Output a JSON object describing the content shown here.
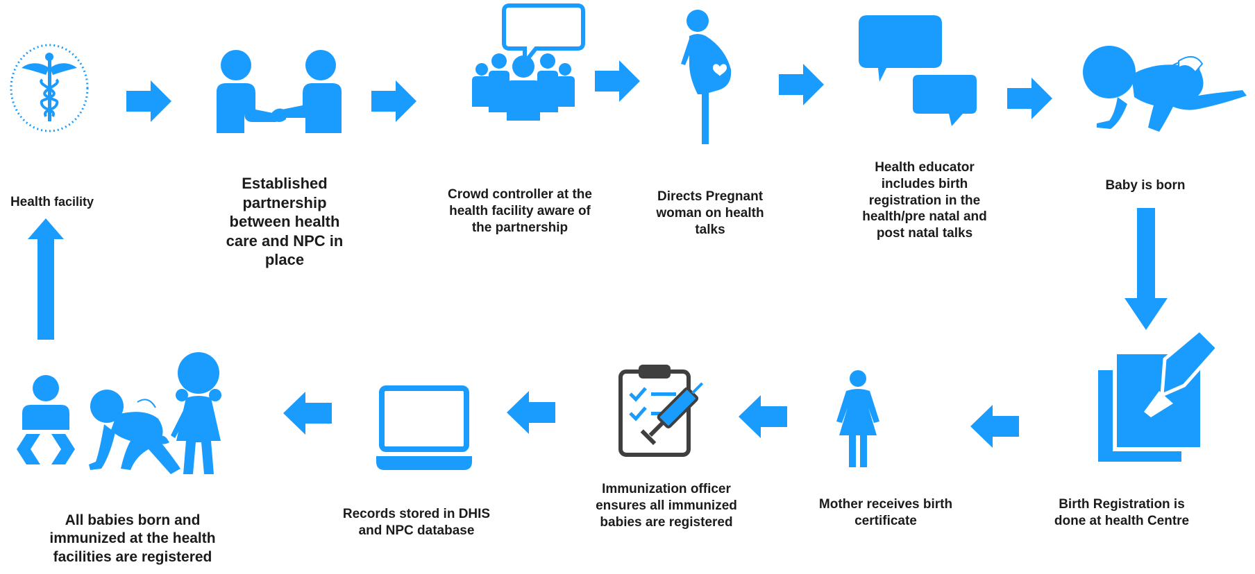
{
  "colors": {
    "accent": "#1a9cff",
    "dark": "#3f3f3f",
    "text": "#1b1b1b"
  },
  "steps": [
    {
      "id": "health-facility",
      "icon": "caduceus-icon",
      "label_strong": "Health",
      "label_rest": " facility"
    },
    {
      "id": "partnership",
      "icon": "handshake-icon",
      "label": "Established partnership between health care and NPC in place"
    },
    {
      "id": "crowd-controller",
      "icon": "crowd-speech-icon",
      "label": "Crowd controller at the health facility aware of the partnership"
    },
    {
      "id": "pregnant-woman",
      "icon": "pregnant-woman-icon",
      "label": "Directs Pregnant woman on health talks"
    },
    {
      "id": "health-educator",
      "icon": "speech-bubbles-icon",
      "label": "Health educator includes birth registration in the health/pre natal and post natal talks"
    },
    {
      "id": "baby-born",
      "icon": "crawling-baby-icon",
      "label": "Baby is born"
    },
    {
      "id": "birth-registration",
      "icon": "document-pen-icon",
      "label": "Birth Registration is done at health Centre"
    },
    {
      "id": "mother-certificate",
      "icon": "woman-icon",
      "label": "Mother receives birth certificate"
    },
    {
      "id": "immunization-officer",
      "icon": "clipboard-syringe-icon",
      "label": "Immunization officer ensures all immunized babies are registered"
    },
    {
      "id": "records-stored",
      "icon": "laptop-icon",
      "label": "Records stored in DHIS and  NPC database"
    },
    {
      "id": "all-babies",
      "icon": "children-group-icon",
      "label": "All babies born and immunized at the health facilities are registered"
    }
  ]
}
